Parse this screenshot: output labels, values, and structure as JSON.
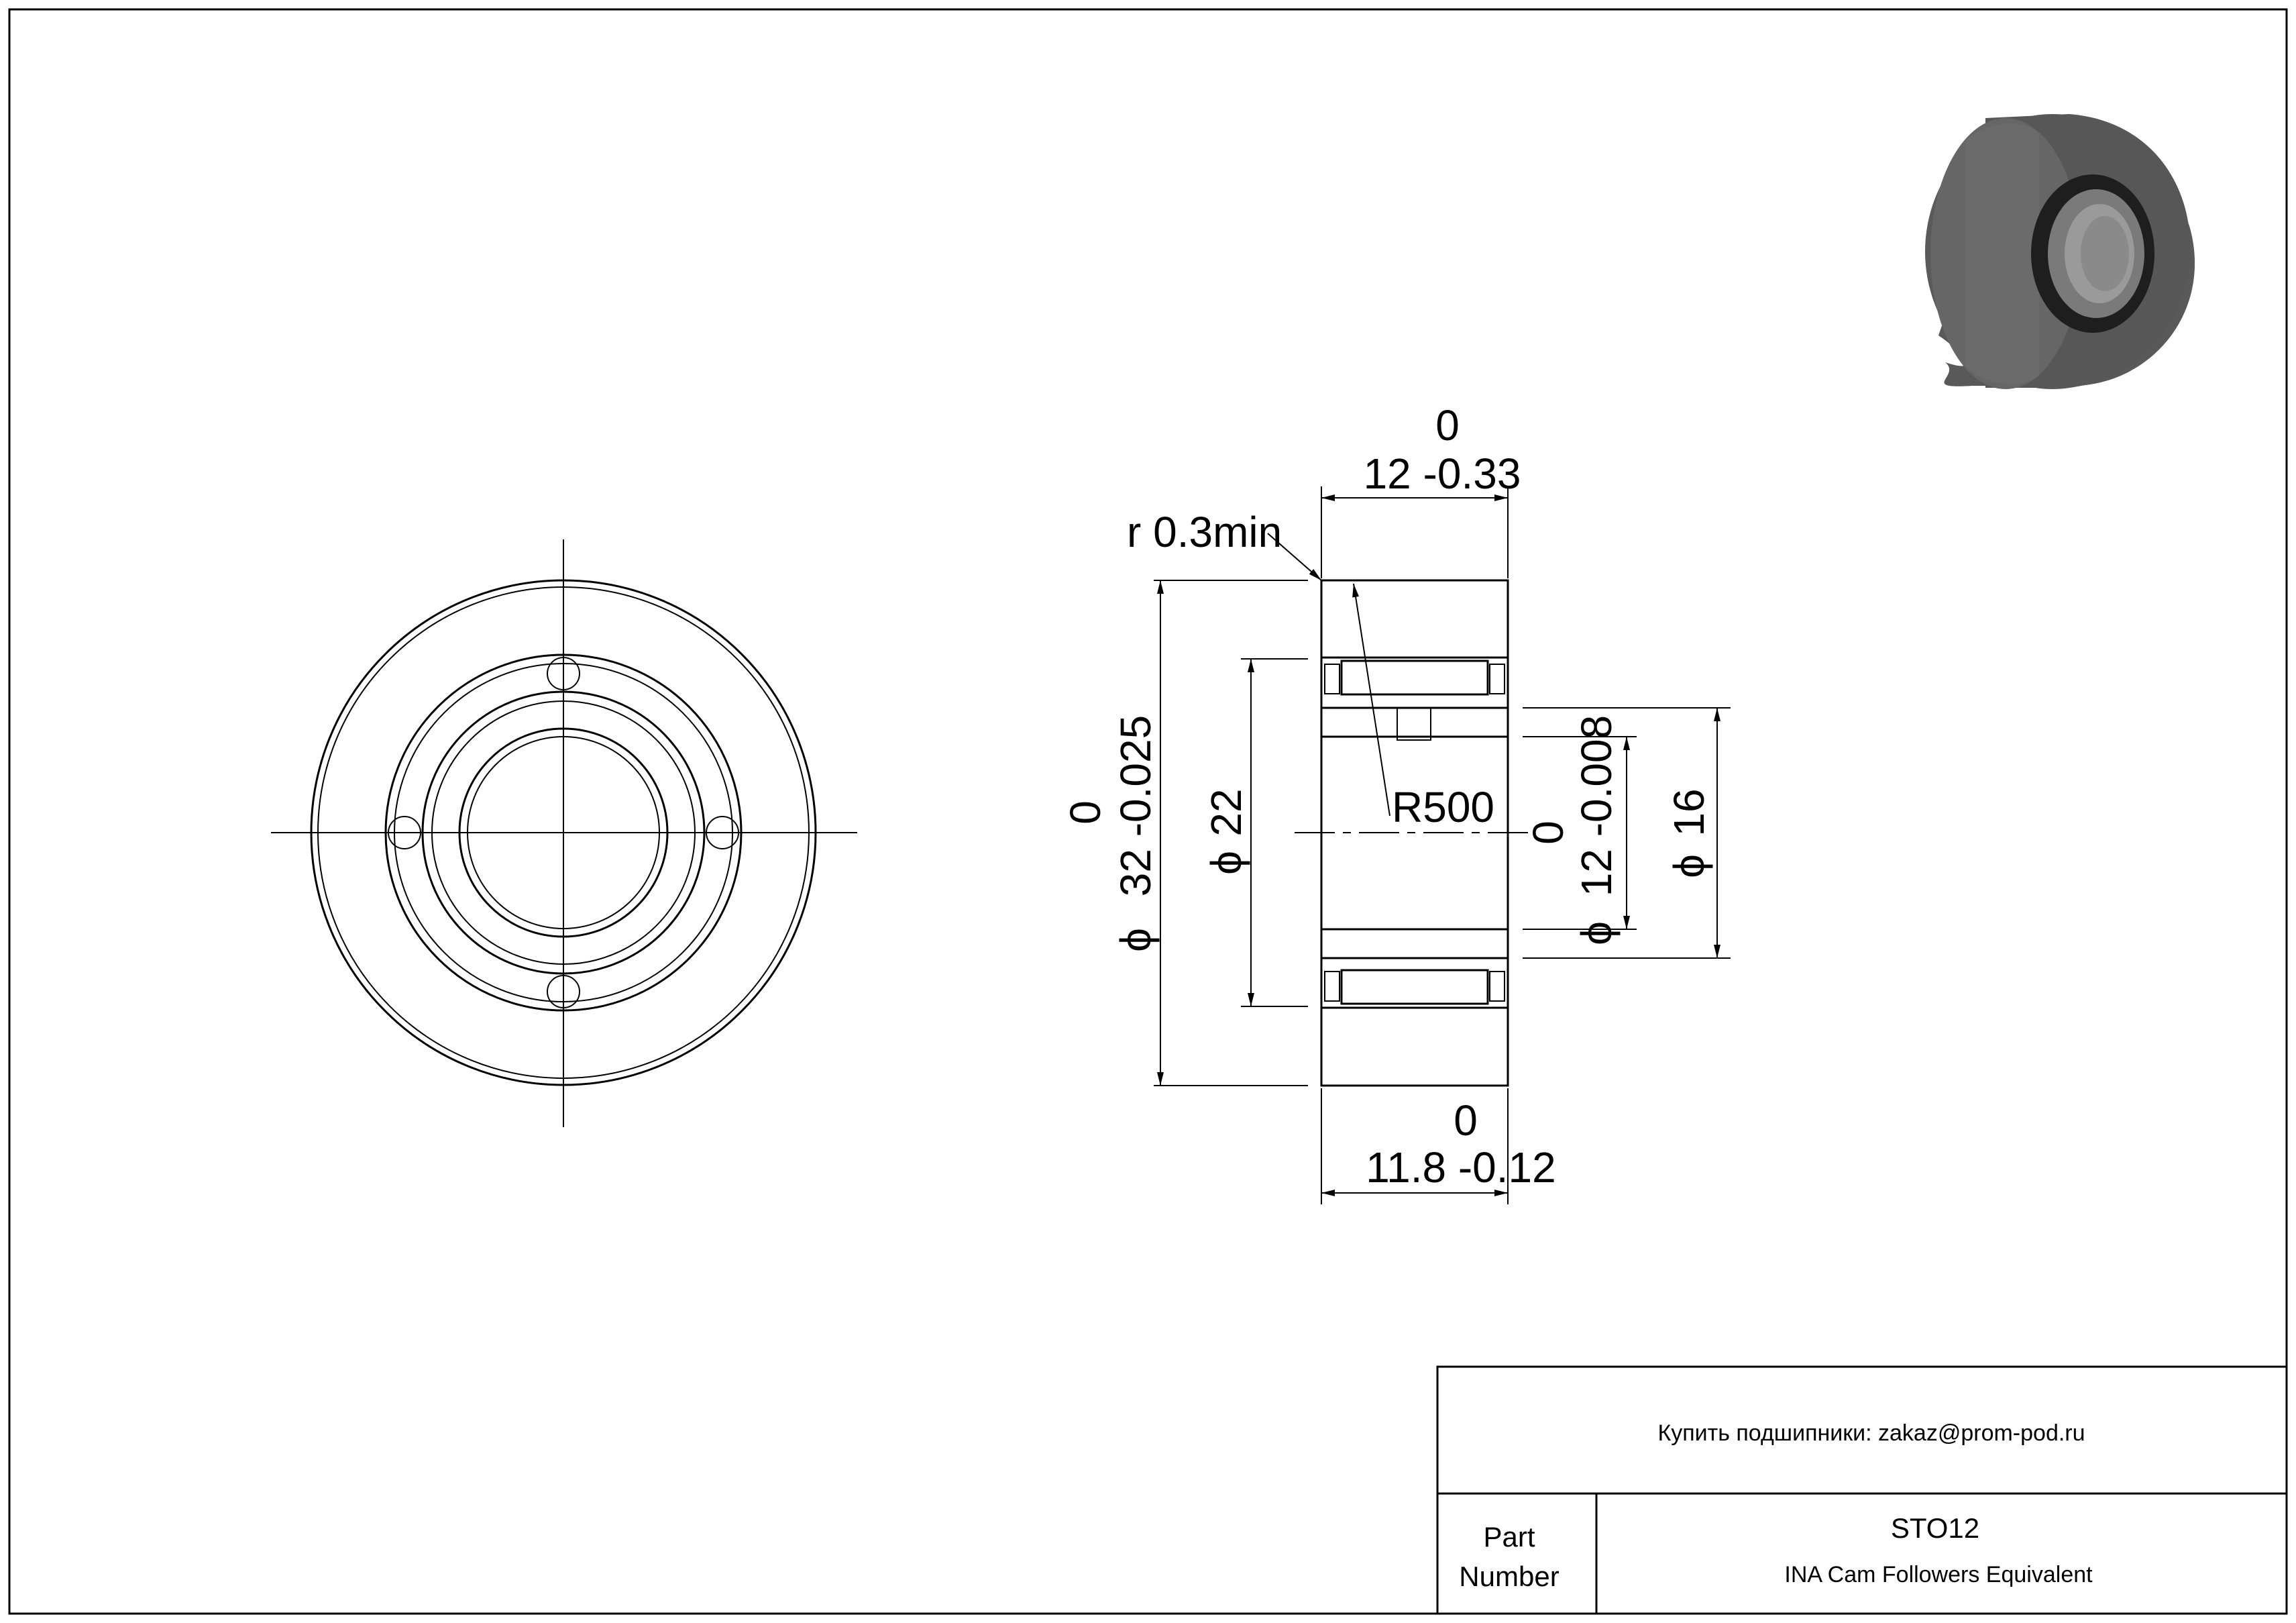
{
  "drawing": {
    "dimensions": {
      "width_top": {
        "upper": "0",
        "main": "12 -0.33"
      },
      "width_bottom": {
        "upper": "0",
        "main": "11.8 -0.12"
      },
      "outer_diameter": {
        "upper": "0",
        "main": "32 -0.025",
        "symbol": "ϕ"
      },
      "race_diameter": {
        "main": "22",
        "symbol": "ϕ"
      },
      "bore_diameter": {
        "upper": "0",
        "main": "12 -0.008",
        "symbol": "ϕ"
      },
      "inner_ring_diameter": {
        "main": "16",
        "symbol": "ϕ"
      },
      "fillet_radius": "r 0.3min",
      "crown_radius": "R500"
    }
  },
  "title_block": {
    "shop_line": "Купить подшипники: zakaz@prom-pod.ru",
    "part_label_line1": "Part",
    "part_label_line2": "Number",
    "part_number": "STO12",
    "description": "INA Cam Followers Equivalent"
  },
  "colors": {
    "line": "#000000",
    "background": "#ffffff",
    "render_dark": "#4d4d4d",
    "render_mid": "#6b6b6b",
    "render_light": "#8a8a8a"
  }
}
